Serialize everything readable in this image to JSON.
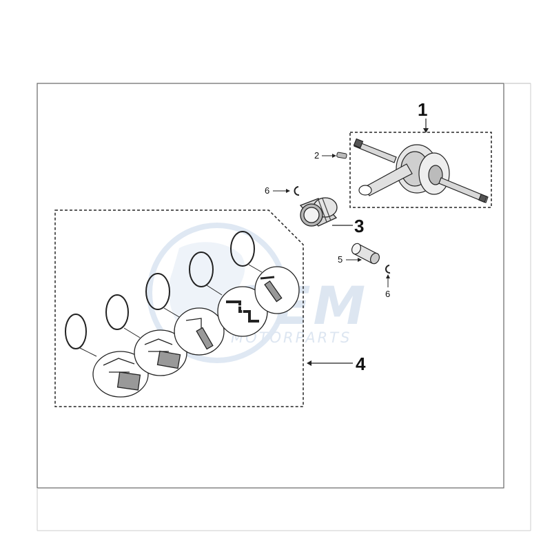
{
  "diagram": {
    "watermark": {
      "brand": "OEM",
      "tagline": "MOTORPARTS"
    },
    "callouts": {
      "crankshaft": "1",
      "spring_pin": "2",
      "piston": "3",
      "piston_rings": "4",
      "piston_pin": "5",
      "circlip_left": "6",
      "circlip_right": "6"
    }
  }
}
